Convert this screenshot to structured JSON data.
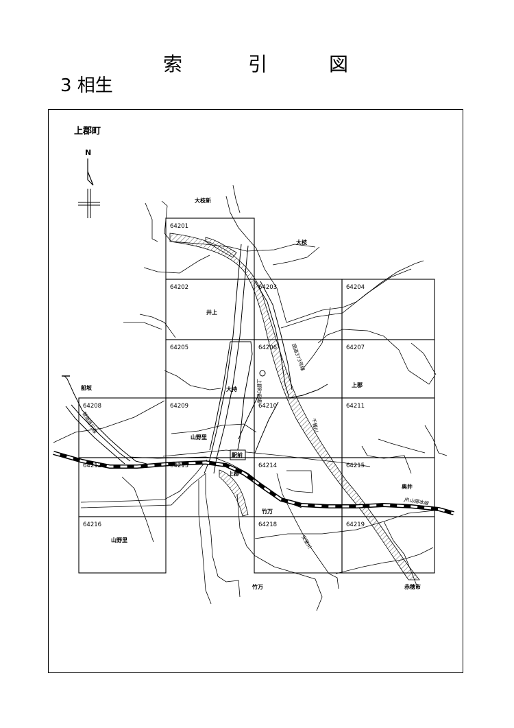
{
  "header": {
    "title_chars": [
      "索",
      "引",
      "図"
    ],
    "subtitle": "3 相生",
    "town": "上郡町"
  },
  "north": "N",
  "sheets": [
    {
      "id": "64201",
      "row": 0,
      "col": 1
    },
    {
      "id": "64202",
      "row": 1,
      "col": 1
    },
    {
      "id": "64203",
      "row": 1,
      "col": 2
    },
    {
      "id": "64204",
      "row": 1,
      "col": 3
    },
    {
      "id": "64205",
      "row": 2,
      "col": 1
    },
    {
      "id": "64206",
      "row": 2,
      "col": 2
    },
    {
      "id": "64207",
      "row": 2,
      "col": 3
    },
    {
      "id": "64208",
      "row": 3,
      "col": 0
    },
    {
      "id": "64209",
      "row": 3,
      "col": 1
    },
    {
      "id": "64210",
      "row": 3,
      "col": 2
    },
    {
      "id": "64211",
      "row": 3,
      "col": 3
    },
    {
      "id": "64212",
      "row": 4,
      "col": 0
    },
    {
      "id": "64213",
      "row": 4,
      "col": 1
    },
    {
      "id": "64214",
      "row": 4,
      "col": 2
    },
    {
      "id": "64215",
      "row": 4,
      "col": 3
    },
    {
      "id": "64216",
      "row": 5,
      "col": 0
    },
    {
      "id": "64218",
      "row": 5,
      "col": 2
    },
    {
      "id": "64219",
      "row": 5,
      "col": 3
    }
  ],
  "places": [
    {
      "id": "oedashin",
      "text": "大枝新"
    },
    {
      "id": "oeda",
      "text": "大枝"
    },
    {
      "id": "inoue",
      "text": "井上"
    },
    {
      "id": "funasaka",
      "text": "船坂"
    },
    {
      "id": "oomochi",
      "text": "大持"
    },
    {
      "id": "kamigori",
      "text": "上郡"
    },
    {
      "id": "yamanosato1",
      "text": "山野里"
    },
    {
      "id": "ekimae",
      "text": "駅前"
    },
    {
      "id": "kamigori2",
      "text": "上郡"
    },
    {
      "id": "okui",
      "text": "奥井"
    },
    {
      "id": "takeman1",
      "text": "竹万"
    },
    {
      "id": "yamanosato2",
      "text": "山野里"
    },
    {
      "id": "takeman2",
      "text": "竹万"
    },
    {
      "id": "ako",
      "text": "赤穂市"
    }
  ],
  "vertical_labels": {
    "route": "国道373号線",
    "townhall": "上郡町役場",
    "chikusa": "千種川",
    "ana": "安室川",
    "chizu": "智頭急行線"
  },
  "rail_label": "JR山陽本線",
  "colors": {
    "line": "#000000",
    "hatch": "#555555"
  }
}
